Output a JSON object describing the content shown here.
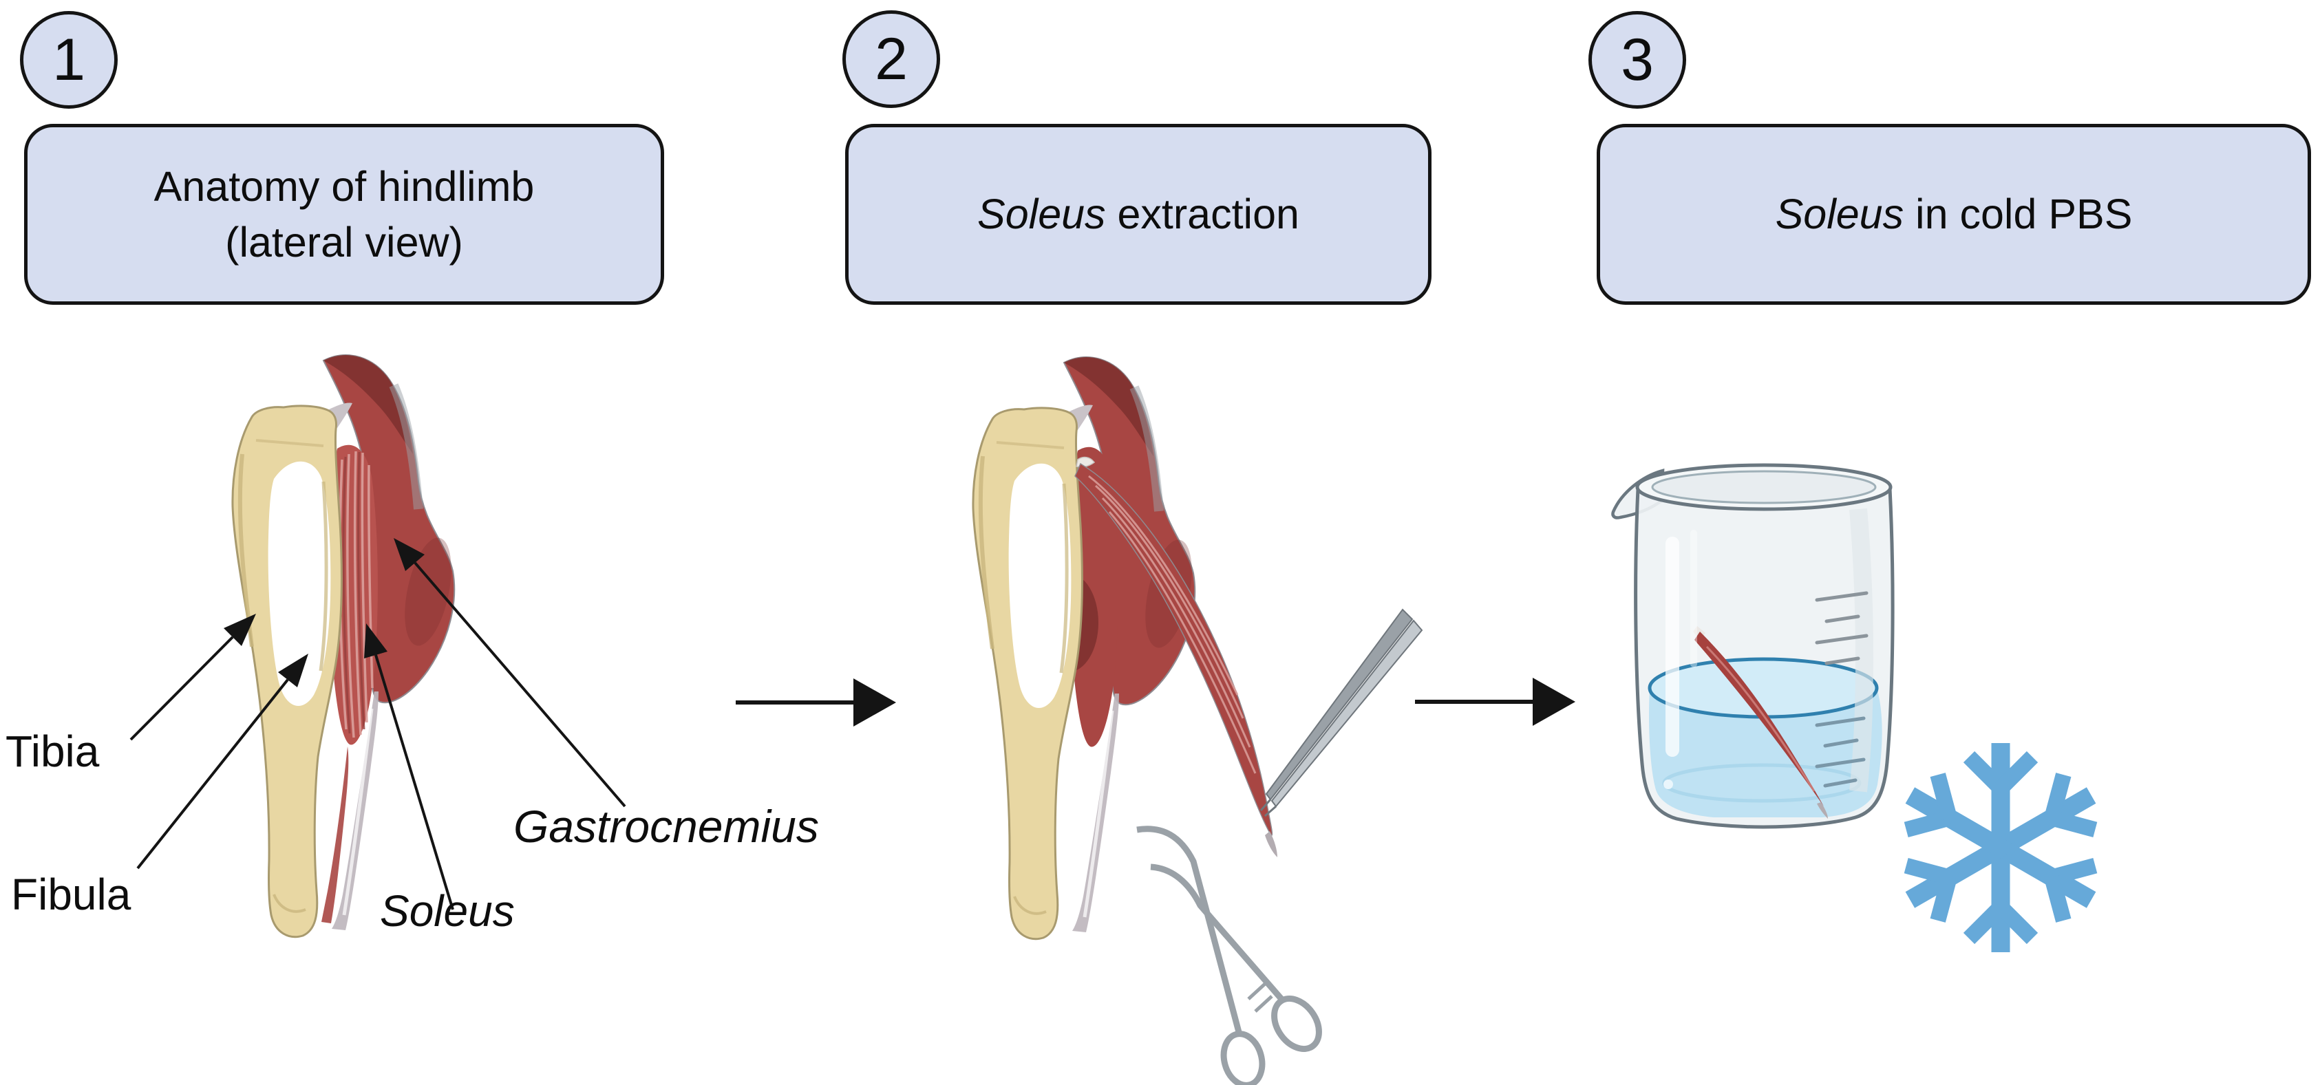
{
  "steps": [
    {
      "number": "1",
      "title_line1": "Anatomy of hindlimb",
      "title_line2": "(lateral view)"
    },
    {
      "number": "2",
      "title_italic": "Soleus",
      "title_rest": " extraction"
    },
    {
      "number": "3",
      "title_italic": "Soleus",
      "title_rest": " in cold PBS"
    }
  ],
  "anatomy_labels": {
    "tibia": "Tibia",
    "fibula": "Fibula",
    "soleus": "Soleus",
    "gastrocnemius": "Gastrocnemius"
  },
  "icons": {
    "forceps": "forceps-icon",
    "hemostat": "hemostat-icon",
    "beaker": "beaker-icon",
    "snowflake": "snowflake-icon",
    "flow_arrow": "arrow-right-icon"
  },
  "colors": {
    "step_box_fill": "#d6ddf0",
    "outline_black": "#141414",
    "bone_tan": "#e8d7a3",
    "bone_shade": "#c9b67e",
    "bone_outline": "#a89a6e",
    "gastrocnemius_red": "#a84643",
    "gastrocnemius_dark": "#7c302e",
    "soleus_red": "#b8534f",
    "soleus_stripe": "#dba09c",
    "tendon_gray": "#bdb5bb",
    "tool_gray": "#9aa1a7",
    "tool_gray_dark": "#6f767c",
    "beaker_outline": "#6a7780",
    "glass_fill": "#eef2f4",
    "pbs_liquid": "#bfe2f3",
    "pbs_surface": "#d2ecf8",
    "pbs_line": "#2f80ae",
    "muscle_dark_red": "#a6413e",
    "snowflake_blue": "#66a9d9"
  }
}
